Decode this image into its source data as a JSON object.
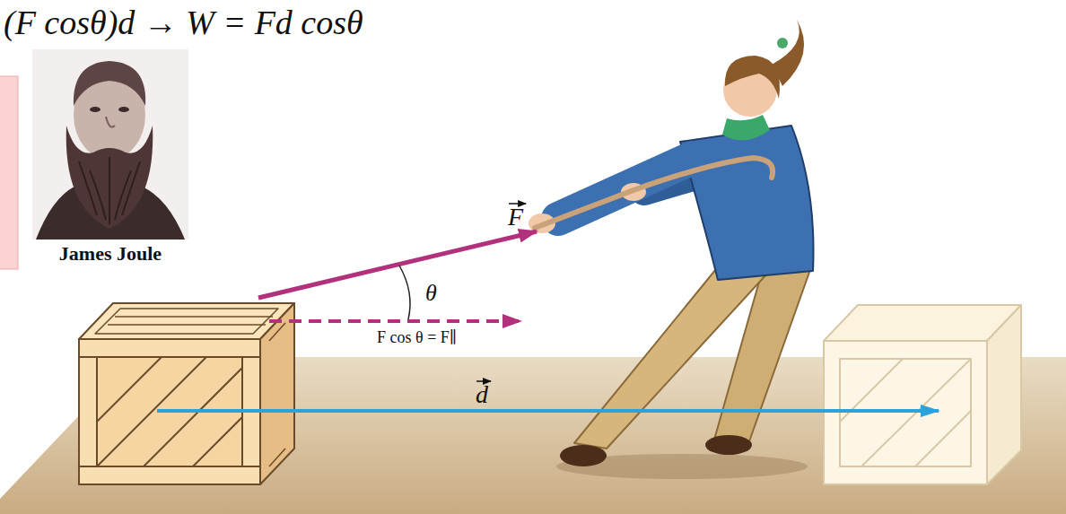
{
  "diagram": {
    "labels": [
      "(F cosθ)d → W = Fd cosθ",
      "James Joule",
      "F",
      "θ",
      "F cos θ = F∥",
      "d"
    ]
  }
}
